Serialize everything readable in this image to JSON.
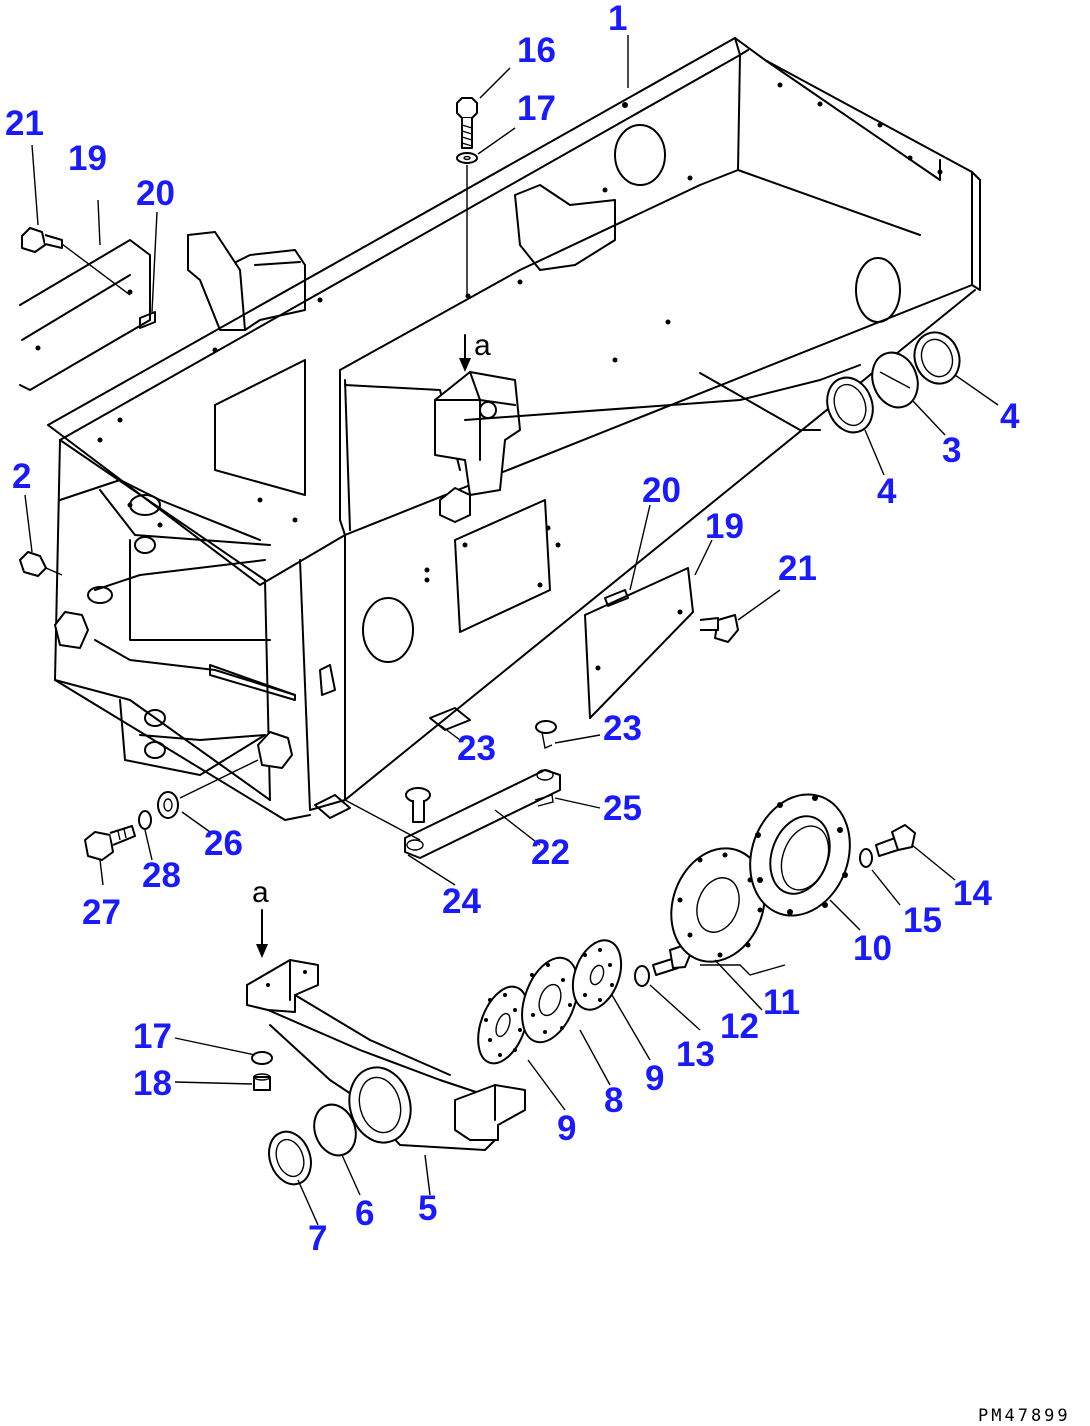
{
  "diagram_code": "PM47899",
  "view_marker": "a",
  "callouts": [
    "1",
    "16",
    "17",
    "21",
    "19",
    "20",
    "2",
    "4",
    "3",
    "4",
    "20",
    "19",
    "21",
    "23",
    "23",
    "25",
    "22",
    "24",
    "26",
    "28",
    "27",
    "14",
    "15",
    "10",
    "11",
    "12",
    "13",
    "9",
    "8",
    "9",
    "17",
    "18",
    "5",
    "6",
    "7"
  ]
}
